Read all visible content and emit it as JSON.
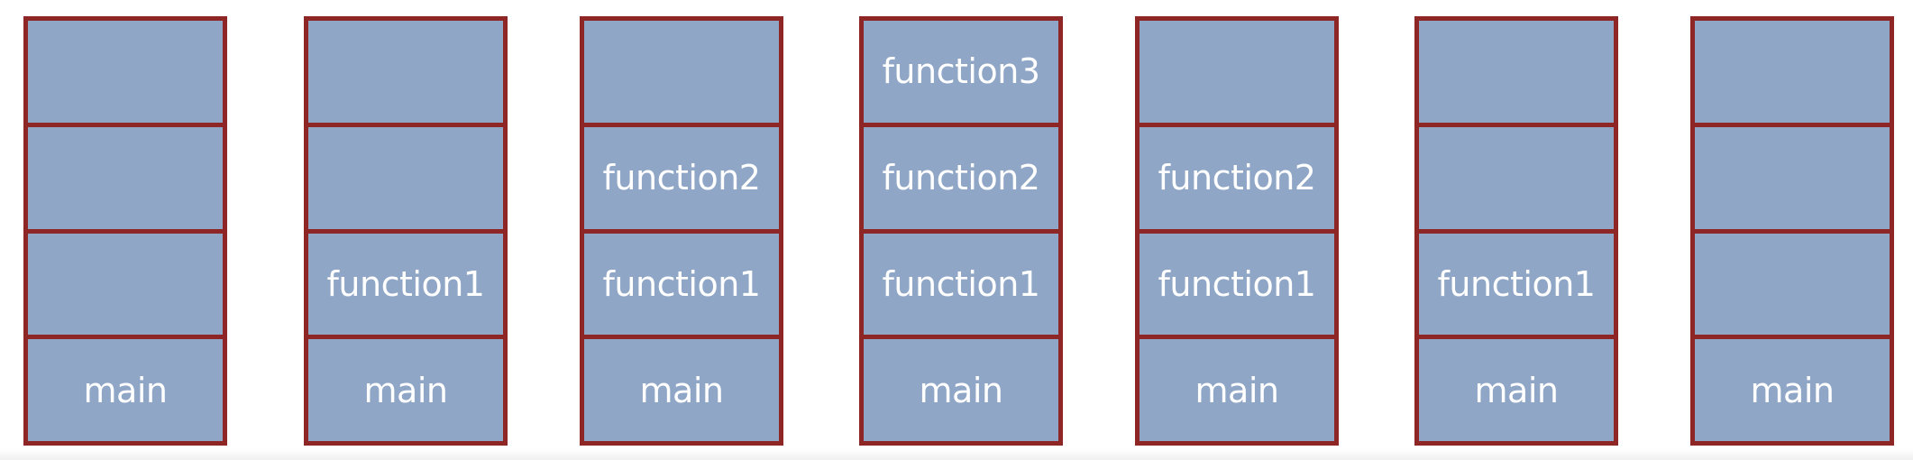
{
  "stacks": [
    {
      "frames": [
        "",
        "",
        "",
        "main"
      ]
    },
    {
      "frames": [
        "",
        "",
        "function1",
        "main"
      ]
    },
    {
      "frames": [
        "",
        "function2",
        "function1",
        "main"
      ]
    },
    {
      "frames": [
        "function3",
        "function2",
        "function1",
        "main"
      ]
    },
    {
      "frames": [
        "",
        "function2",
        "function1",
        "main"
      ]
    },
    {
      "frames": [
        "",
        "",
        "function1",
        "main"
      ]
    },
    {
      "frames": [
        "",
        "",
        "",
        "main"
      ]
    }
  ],
  "colors": {
    "frame_fill": "#8fa6c6",
    "border": "#8f2626",
    "text": "#ffffff"
  }
}
